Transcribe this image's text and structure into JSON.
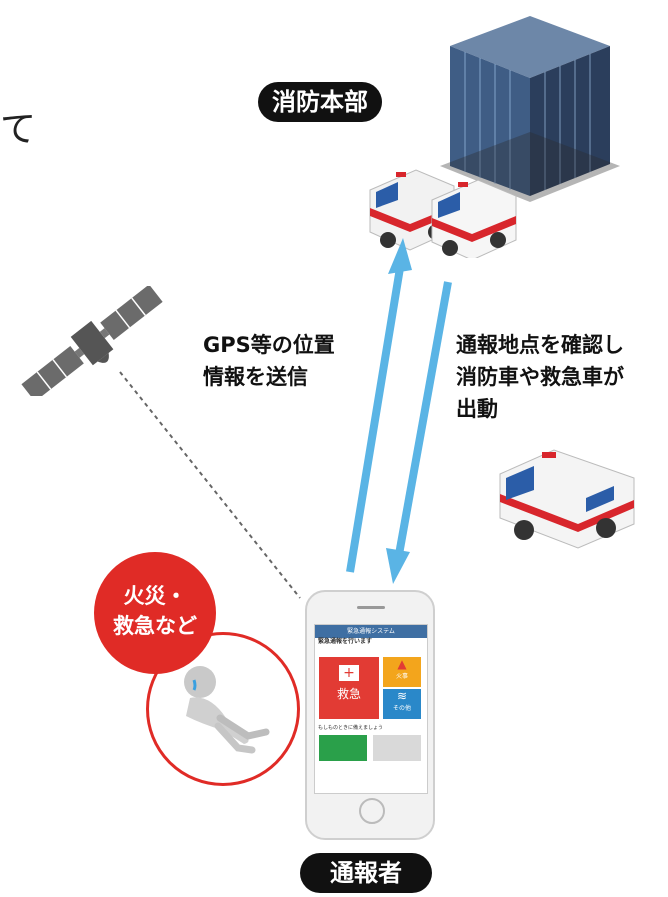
{
  "labels": {
    "hq": "消防本部",
    "reporter": "通報者",
    "gps_line1": "GPS等の位置",
    "gps_line2": "情報を送信",
    "dispatch_line1": "通報地点を確認し",
    "dispatch_line2": "消防車や救急車が",
    "dispatch_line3": "出動",
    "emergency_line1": "火災・",
    "emergency_line2": "救急など"
  },
  "phone_screen": {
    "app_title": "緊急通報システム",
    "sub_text": "緊急通報を行います",
    "button_ambulance": "救急",
    "button_fire": "火事",
    "button_other": "その他",
    "section_text": "もしものときに備えましょう"
  },
  "colors": {
    "arrow": "#5ab4e5",
    "bubble": "#e02b26",
    "pill": "#111111",
    "ambulance_red": "#d8262c"
  },
  "icons": [
    "satellite-icon",
    "building-icon",
    "ambulance-icon",
    "smartphone-icon",
    "person-icon"
  ]
}
